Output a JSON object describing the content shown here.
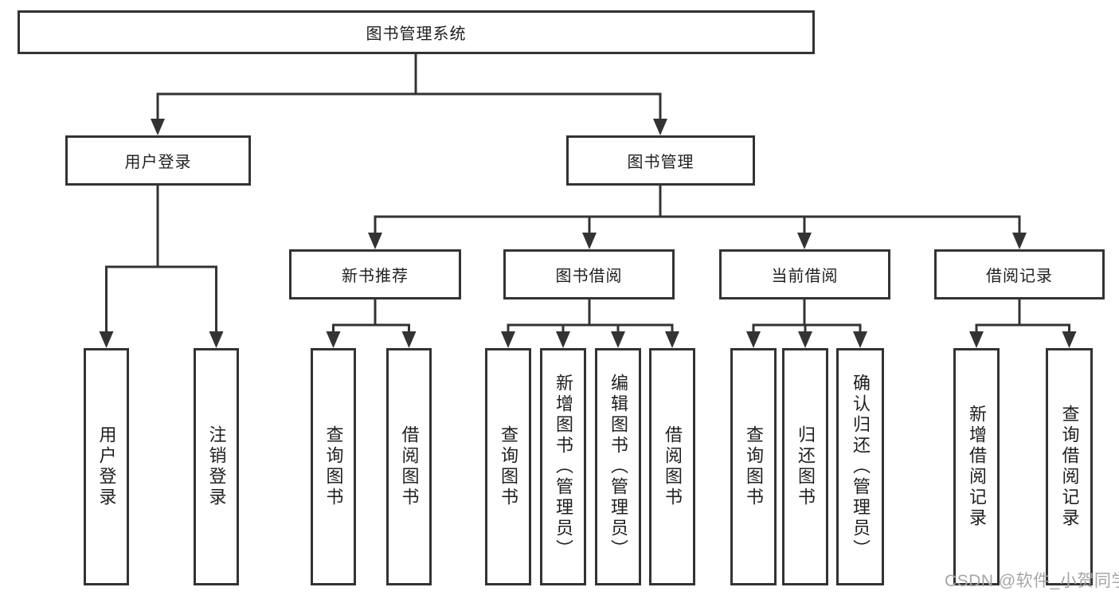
{
  "tree": {
    "root": "图书管理系统",
    "branches": [
      {
        "label": "用户登录",
        "children": [
          "用户登录",
          "注销登录"
        ]
      },
      {
        "label": "图书管理",
        "sections": [
          {
            "title": "新书推荐",
            "items": [
              "查询图书",
              "借阅图书"
            ]
          },
          {
            "title": "图书借阅",
            "items": [
              "查询图书",
              "新增图书（管理员）",
              "编辑图书（管理员）",
              "借阅图书"
            ]
          },
          {
            "title": "当前借阅",
            "items": [
              "查询图书",
              "归还图书",
              "确认归还（管理员）"
            ]
          },
          {
            "title": "借阅记录",
            "items": [
              "新增借阅记录",
              "查询借阅记录"
            ]
          }
        ]
      }
    ]
  },
  "watermark": "CSDN @软件_小贺同学",
  "colors": {
    "line": "#333333",
    "text": "#1f1f1f",
    "watermark": "#a6a6a6",
    "background": "#ffffff"
  }
}
